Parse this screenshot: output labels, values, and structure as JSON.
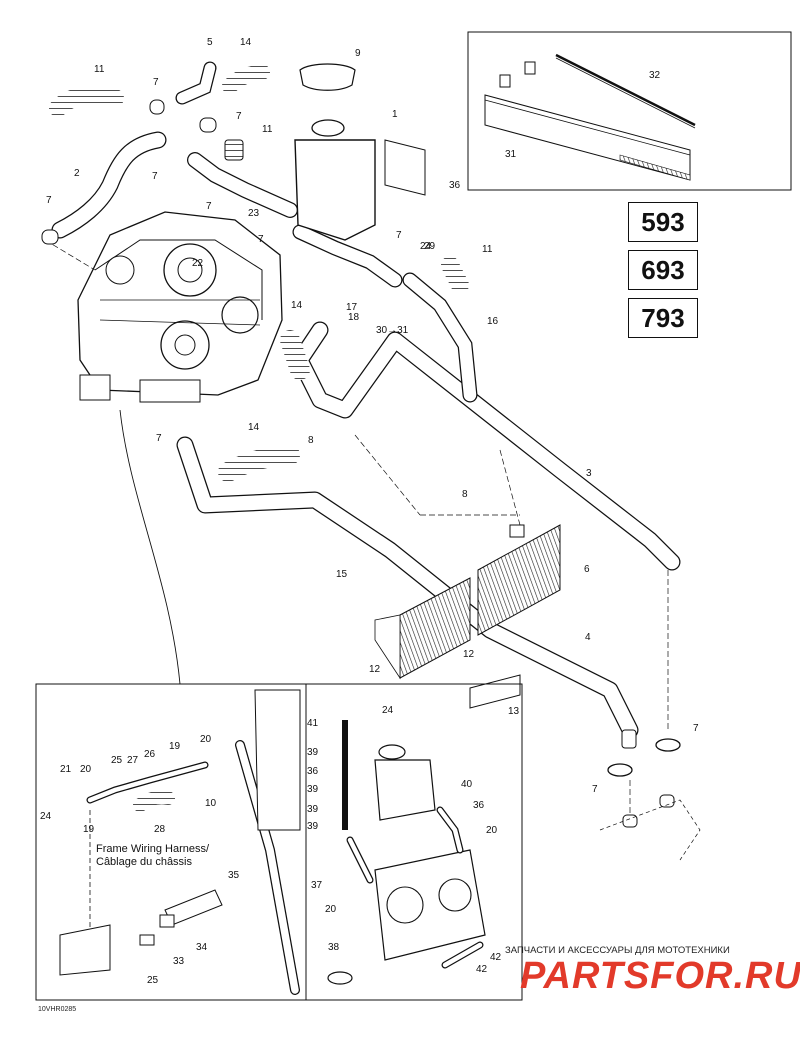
{
  "model_numbers": [
    "593",
    "693",
    "793"
  ],
  "callouts": [
    {
      "id": "c1",
      "text": "1"
    },
    {
      "id": "c2",
      "text": "2"
    },
    {
      "id": "c3",
      "text": "3"
    },
    {
      "id": "c4",
      "text": "4"
    },
    {
      "id": "c5",
      "text": "5"
    },
    {
      "id": "c6",
      "text": "6"
    },
    {
      "id": "c7a",
      "text": "7"
    },
    {
      "id": "c7b",
      "text": "7"
    },
    {
      "id": "c7c",
      "text": "7"
    },
    {
      "id": "c7d",
      "text": "7"
    },
    {
      "id": "c7e",
      "text": "7"
    },
    {
      "id": "c7f",
      "text": "7"
    },
    {
      "id": "c7g",
      "text": "7"
    },
    {
      "id": "c7h",
      "text": "7"
    },
    {
      "id": "c7i",
      "text": "7"
    },
    {
      "id": "c7j",
      "text": "7"
    },
    {
      "id": "c8a",
      "text": "8"
    },
    {
      "id": "c8b",
      "text": "8"
    },
    {
      "id": "c9",
      "text": "9"
    },
    {
      "id": "c10",
      "text": "10"
    },
    {
      "id": "c11a",
      "text": "11"
    },
    {
      "id": "c11b",
      "text": "11"
    },
    {
      "id": "c11c",
      "text": "11"
    },
    {
      "id": "c12a",
      "text": "12"
    },
    {
      "id": "c12b",
      "text": "12"
    },
    {
      "id": "c13",
      "text": "13"
    },
    {
      "id": "c14a",
      "text": "14"
    },
    {
      "id": "c14b",
      "text": "14"
    },
    {
      "id": "c14c",
      "text": "14"
    },
    {
      "id": "c15",
      "text": "15"
    },
    {
      "id": "c16",
      "text": "16"
    },
    {
      "id": "c17",
      "text": "17"
    },
    {
      "id": "c18",
      "text": "18"
    },
    {
      "id": "c19a",
      "text": "19"
    },
    {
      "id": "c19b",
      "text": "19"
    },
    {
      "id": "c20a",
      "text": "20"
    },
    {
      "id": "c20b",
      "text": "20"
    },
    {
      "id": "c20c",
      "text": "20"
    },
    {
      "id": "c20d",
      "text": "20"
    },
    {
      "id": "c21",
      "text": "21"
    },
    {
      "id": "c22",
      "text": "22"
    },
    {
      "id": "c23",
      "text": "23"
    },
    {
      "id": "c24a",
      "text": "24"
    },
    {
      "id": "c24b",
      "text": "24"
    },
    {
      "id": "c24c",
      "text": "24"
    },
    {
      "id": "c25a",
      "text": "25"
    },
    {
      "id": "c25b",
      "text": "25"
    },
    {
      "id": "c26",
      "text": "26"
    },
    {
      "id": "c27",
      "text": "27"
    },
    {
      "id": "c28",
      "text": "28"
    },
    {
      "id": "c29",
      "text": "29"
    },
    {
      "id": "c30",
      "text": "30→31"
    },
    {
      "id": "c31",
      "text": "31"
    },
    {
      "id": "c32",
      "text": "32"
    },
    {
      "id": "c33",
      "text": "33"
    },
    {
      "id": "c34",
      "text": "34"
    },
    {
      "id": "c35",
      "text": "35"
    },
    {
      "id": "c36a",
      "text": "36"
    },
    {
      "id": "c36b",
      "text": "36"
    },
    {
      "id": "c36c",
      "text": "36"
    },
    {
      "id": "c37",
      "text": "37"
    },
    {
      "id": "c38",
      "text": "38"
    },
    {
      "id": "c39a",
      "text": "39"
    },
    {
      "id": "c39b",
      "text": "39"
    },
    {
      "id": "c39c",
      "text": "39"
    },
    {
      "id": "c39d",
      "text": "39"
    },
    {
      "id": "c40",
      "text": "40"
    },
    {
      "id": "c41",
      "text": "41"
    },
    {
      "id": "c42a",
      "text": "42"
    },
    {
      "id": "c42b",
      "text": "42"
    }
  ],
  "harness_label": {
    "line1": "Frame Wiring Harness/",
    "line2": "Câblage du châssis"
  },
  "drawing_code": "10VHR0285",
  "watermark": {
    "top_text": "ЗАПЧАСТИ И АКСЕССУАРЫ ДЛЯ МОТОТЕХНИКИ",
    "logo": "PARTSFOR.RU",
    "color": "#e23a2a"
  }
}
